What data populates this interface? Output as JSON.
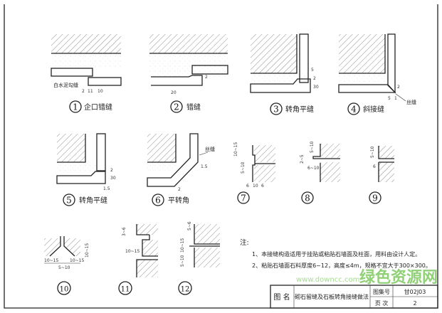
{
  "figures": [
    {
      "number": "1",
      "label": "企口错缝",
      "callout": "白水泥勾缝",
      "dims": [
        "2",
        "11",
        "10"
      ]
    },
    {
      "number": "2",
      "label": "错缝",
      "dims": [
        "20",
        "2"
      ]
    },
    {
      "number": "3",
      "label": "转角平缝",
      "dims": [
        "5",
        "2",
        "30"
      ]
    },
    {
      "number": "4",
      "label": "斜接缝",
      "callout": "丝缝",
      "dims": [
        "2",
        "5",
        "1"
      ]
    },
    {
      "number": "5",
      "label": "转角平缝",
      "dims": [
        "2",
        "30",
        "1.5"
      ]
    },
    {
      "number": "6",
      "label": "平转角",
      "callout": "丝缝",
      "dims": [
        "1.5",
        "2"
      ]
    },
    {
      "number": "7",
      "label": "",
      "dims": [
        "10~15",
        "5~10",
        "6",
        "10",
        "6"
      ]
    },
    {
      "number": "8",
      "label": "",
      "dims": [
        "5~10",
        "2~5",
        "6~10"
      ]
    },
    {
      "number": "9",
      "label": "",
      "dims": [
        "5~10",
        "6"
      ]
    },
    {
      "number": "10",
      "label": "",
      "dims": [
        "10~15",
        "10~15",
        "10~15",
        "5~10"
      ]
    },
    {
      "number": "11",
      "label": "",
      "dims": [
        "3~6",
        "10~15"
      ]
    },
    {
      "number": "12",
      "label": "",
      "dims": [
        "5~6",
        "10~15",
        "5~10"
      ]
    }
  ],
  "notes": {
    "heading": "注:",
    "items": [
      "1、本接缝构造适用于挂贴或粘贴石墙面及柱面，用料由设计人定。",
      "2、粘贴石墙面石料厚度6~12，高度≤4m，规格不宜大于300×300。"
    ]
  },
  "title_block": {
    "name_label": "图 名",
    "name": "砌石留缝及石板转角接缝做法",
    "atlas_label": "图集号",
    "atlas_no": "甘02J03",
    "page_label": "页 次",
    "page_no": "2"
  },
  "watermark": {
    "text": "绿色资源网",
    "url": "www.downcc.com"
  }
}
